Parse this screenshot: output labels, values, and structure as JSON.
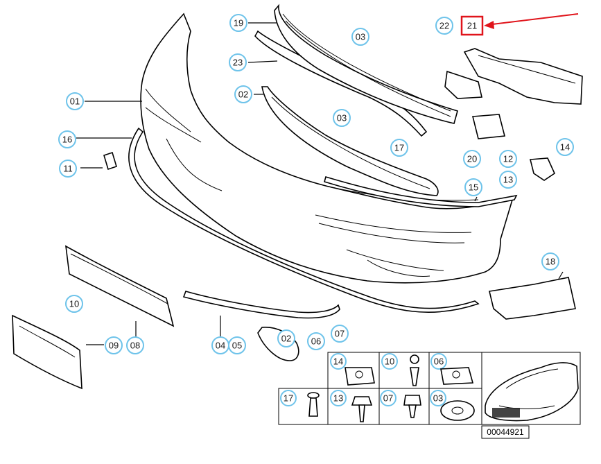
{
  "diagram_code": "00044921",
  "callouts": {
    "c01": "01",
    "c02a": "02",
    "c02b": "02",
    "c03a": "03",
    "c03b": "03",
    "c04": "04",
    "c05": "05",
    "c06": "06",
    "c07": "07",
    "c08": "08",
    "c09": "09",
    "c10": "10",
    "c11": "11",
    "c12": "12",
    "c13": "13",
    "c14": "14",
    "c15": "15",
    "c16": "16",
    "c17": "17",
    "c18": "18",
    "c19": "19",
    "c20": "20",
    "c21": "21",
    "c22": "22",
    "c23": "23"
  },
  "legend": {
    "row1": [
      "14",
      "10",
      "06"
    ],
    "row2": [
      "17",
      "13",
      "07",
      "03"
    ]
  },
  "highlight": {
    "color": "#e0141b",
    "target": "21"
  },
  "colors": {
    "callout_border": "#6ec3ea"
  }
}
